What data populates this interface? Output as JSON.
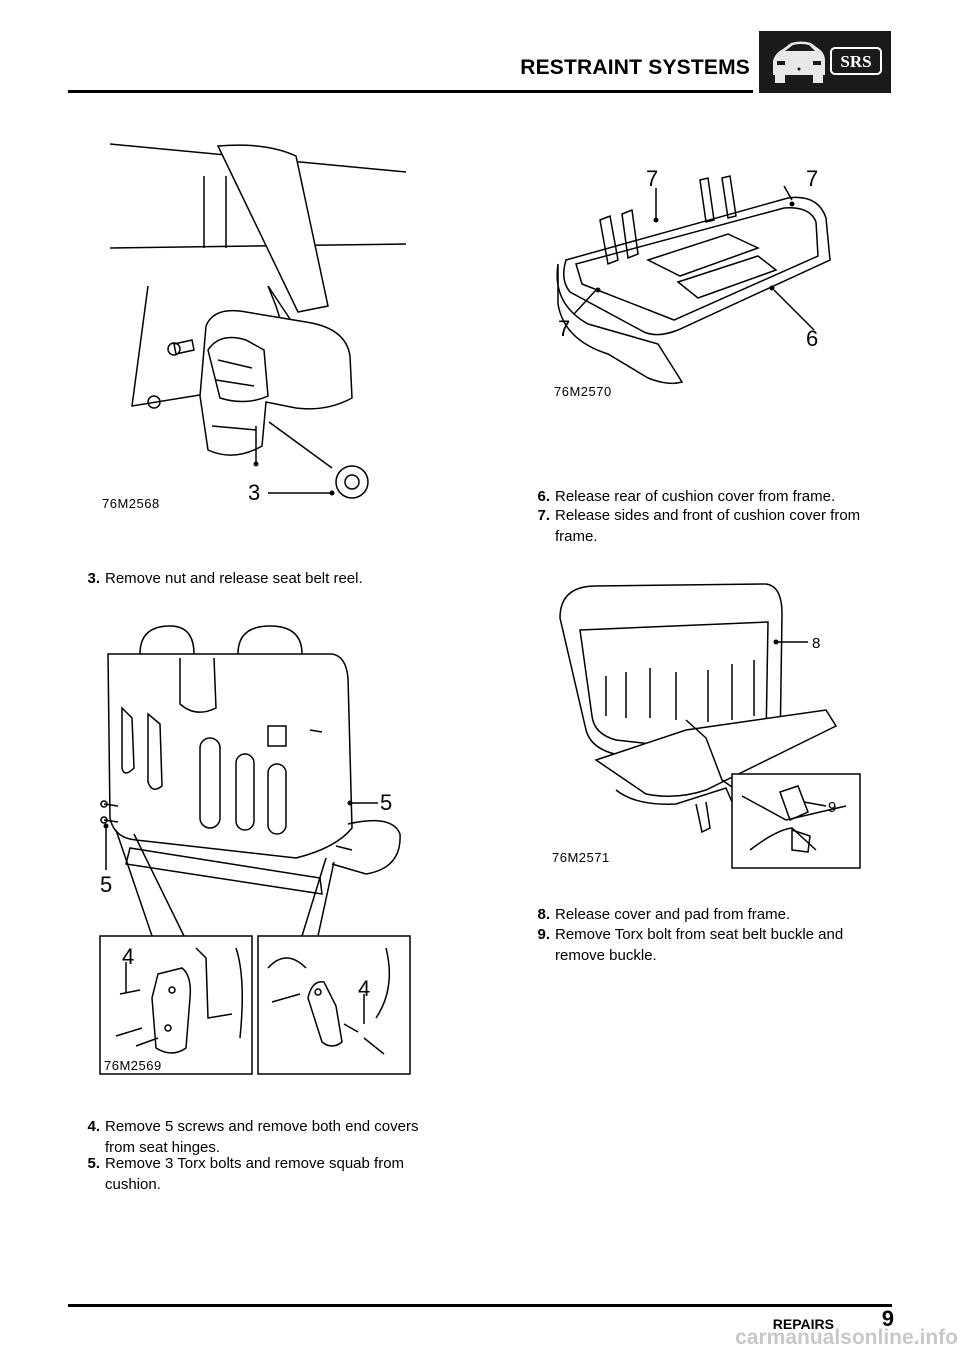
{
  "header": {
    "title": "RESTRAINT SYSTEMS",
    "badge": "SRS"
  },
  "figures": [
    {
      "code": "76M2568",
      "callouts": [
        "3"
      ]
    },
    {
      "code": "76M2569",
      "callouts": [
        "5",
        "5",
        "4",
        "4"
      ]
    },
    {
      "code": "76M2570",
      "callouts": [
        "7",
        "7",
        "7",
        "6"
      ]
    },
    {
      "code": "76M2571",
      "callouts": [
        "8",
        "9"
      ]
    }
  ],
  "steps": [
    {
      "num": "3.",
      "lines": [
        "Remove nut and release seat belt reel."
      ]
    },
    {
      "num": "4.",
      "lines": [
        "Remove 5 screws and remove both end covers",
        "from seat hinges."
      ]
    },
    {
      "num": "5.",
      "lines": [
        "Remove 3 Torx bolts and remove squab from",
        "cushion."
      ]
    },
    {
      "num": "6.",
      "lines": [
        "Release rear of cushion cover from frame."
      ]
    },
    {
      "num": "7.",
      "lines": [
        "Release sides and front of cushion cover from",
        "frame."
      ]
    },
    {
      "num": "8.",
      "lines": [
        "Release cover and pad from frame."
      ]
    },
    {
      "num": "9.",
      "lines": [
        "Remove Torx bolt from seat belt buckle and",
        "remove buckle."
      ]
    }
  ],
  "footer": {
    "section": "REPAIRS",
    "page": "9",
    "watermark": "carmanualsonline.info"
  }
}
